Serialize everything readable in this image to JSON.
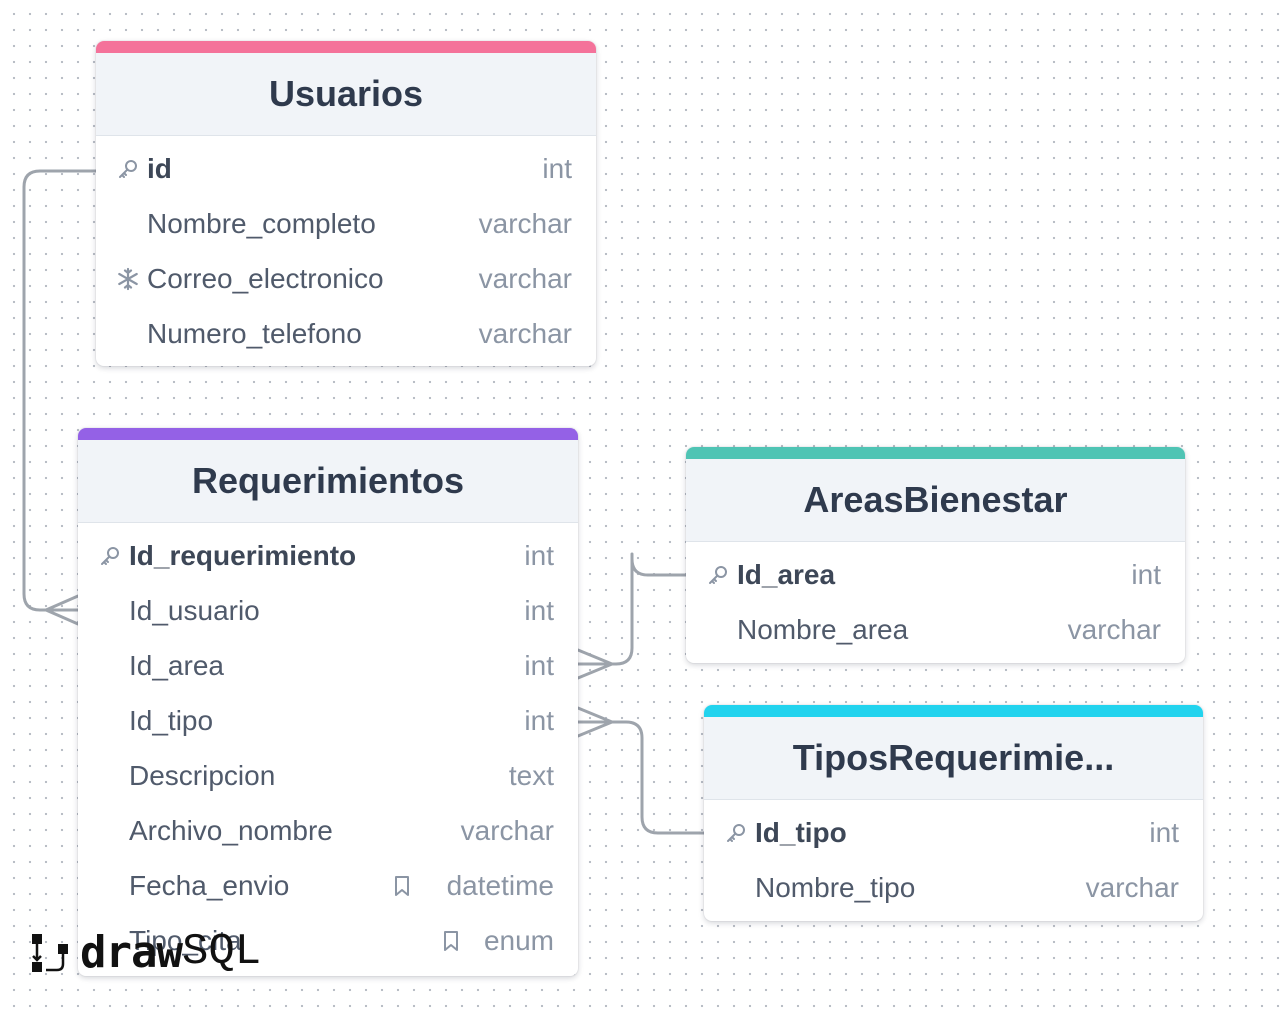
{
  "colors": {
    "usuarios": "#f4729a",
    "requerimientos": "#9461e6",
    "areas": "#4fc4b4",
    "tipos": "#22d3ee",
    "link": "#9ea4ac"
  },
  "tables": {
    "usuarios": {
      "title": "Usuarios",
      "columns": [
        {
          "name": "id",
          "type": "int",
          "icon": "key-icon",
          "pk": true
        },
        {
          "name": "Nombre_completo",
          "type": "varchar"
        },
        {
          "name": "Correo_electronico",
          "type": "varchar",
          "icon": "snowflake-icon"
        },
        {
          "name": "Numero_telefono",
          "type": "varchar"
        }
      ]
    },
    "requerimientos": {
      "title": "Requerimientos",
      "columns": [
        {
          "name": "Id_requerimiento",
          "type": "int",
          "icon": "key-icon",
          "pk": true
        },
        {
          "name": "Id_usuario",
          "type": "int"
        },
        {
          "name": "Id_area",
          "type": "int"
        },
        {
          "name": "Id_tipo",
          "type": "int"
        },
        {
          "name": "Descripcion",
          "type": "text"
        },
        {
          "name": "Archivo_nombre",
          "type": "varchar"
        },
        {
          "name": "Fecha_envio",
          "type": "datetime",
          "marker": "bookmark-icon"
        },
        {
          "name": "Tipo_cita",
          "type": "enum",
          "marker": "bookmark-icon"
        }
      ]
    },
    "areas": {
      "title": "AreasBienestar",
      "columns": [
        {
          "name": "Id_area",
          "type": "int",
          "icon": "key-icon",
          "pk": true
        },
        {
          "name": "Nombre_area",
          "type": "varchar"
        }
      ]
    },
    "tipos": {
      "title": "TiposRequerimie...",
      "columns": [
        {
          "name": "Id_tipo",
          "type": "int",
          "icon": "key-icon",
          "pk": true
        },
        {
          "name": "Nombre_tipo",
          "type": "varchar"
        }
      ]
    }
  },
  "logo": {
    "part1": "draw",
    "part2": "SQL"
  }
}
